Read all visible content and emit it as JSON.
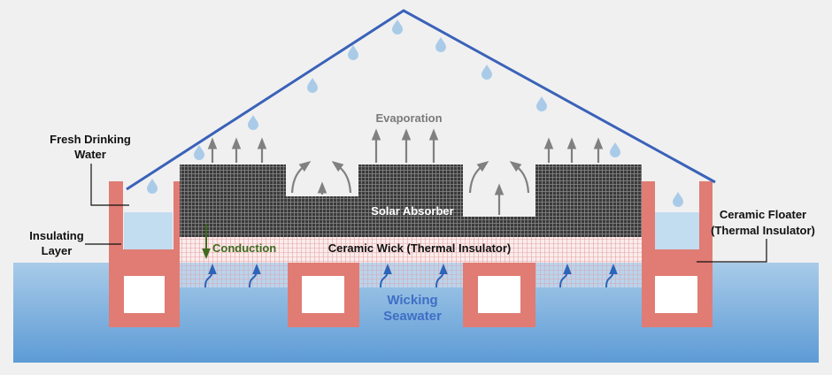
{
  "labels": {
    "fresh_water_line1": "Fresh Drinking",
    "fresh_water_line2": "Water",
    "insulating_line1": "Insulating",
    "insulating_line2": "Layer",
    "evaporation": "Evaporation",
    "solar_absorber": "Solar Absorber",
    "conduction": "Conduction",
    "ceramic_wick": "Ceramic Wick (Thermal Insulator)",
    "ceramic_floater_line1": "Ceramic Floater",
    "ceramic_floater_line2": "(Thermal Insulator)",
    "wicking_line1": "Wicking",
    "wicking_line2": "Seawater"
  },
  "colors": {
    "background": "#f0f0f1",
    "roof": "#3a62b8",
    "droplet": "#a9cbe8",
    "seawater_top": "#a8cbe8",
    "seawater_bottom": "#5d9bd6",
    "floater": "#e07c74",
    "absorber": "#555555",
    "wick": "#f6dede",
    "fresh_water": "#c2dcf0",
    "evaporation_arrow": "#808080",
    "wicking_arrow": "#2c64b8",
    "conduction": "#3f6b1f",
    "wicking_text": "#3f6fc4"
  }
}
